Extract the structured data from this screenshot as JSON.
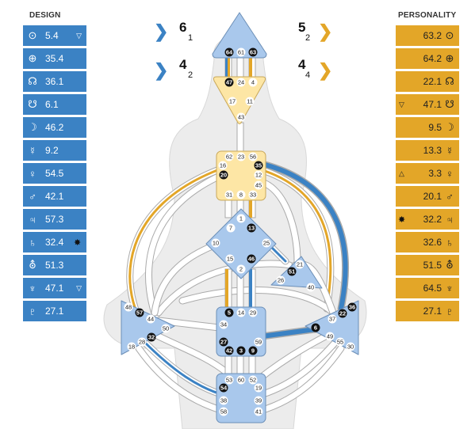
{
  "design": {
    "title": "DESIGN",
    "rows": [
      {
        "icon": "sun-icon",
        "glyph": "⊙",
        "value": "5.4",
        "mark": "▽"
      },
      {
        "icon": "earth-icon",
        "glyph": "⊕",
        "value": "35.4",
        "mark": ""
      },
      {
        "icon": "north-node-icon",
        "glyph": "☊",
        "value": "36.1",
        "mark": ""
      },
      {
        "icon": "south-node-icon",
        "glyph": "☋",
        "value": "6.1",
        "mark": ""
      },
      {
        "icon": "moon-icon",
        "glyph": "☽",
        "value": "46.2",
        "mark": ""
      },
      {
        "icon": "mercury-icon",
        "glyph": "☿",
        "value": "9.2",
        "mark": ""
      },
      {
        "icon": "venus-icon",
        "glyph": "♀",
        "value": "54.5",
        "mark": ""
      },
      {
        "icon": "mars-icon",
        "glyph": "♂",
        "value": "42.1",
        "mark": ""
      },
      {
        "icon": "jupiter-icon",
        "glyph": "♃",
        "value": "57.3",
        "mark": ""
      },
      {
        "icon": "saturn-icon",
        "glyph": "♄",
        "value": "32.4",
        "mark": "✸"
      },
      {
        "icon": "uranus-icon",
        "glyph": "⛢",
        "value": "51.3",
        "mark": ""
      },
      {
        "icon": "neptune-icon",
        "glyph": "♆",
        "value": "47.1",
        "mark": "▽"
      },
      {
        "icon": "pluto-icon",
        "glyph": "♇",
        "value": "27.1",
        "mark": ""
      }
    ]
  },
  "personality": {
    "title": "PERSONALITY",
    "rows": [
      {
        "icon": "sun-icon",
        "glyph": "⊙",
        "value": "63.2",
        "mark": ""
      },
      {
        "icon": "earth-icon",
        "glyph": "⊕",
        "value": "64.2",
        "mark": ""
      },
      {
        "icon": "north-node-icon",
        "glyph": "☊",
        "value": "22.1",
        "mark": ""
      },
      {
        "icon": "south-node-icon",
        "glyph": "☋",
        "value": "47.1",
        "mark": "▽"
      },
      {
        "icon": "moon-icon",
        "glyph": "☽",
        "value": "9.5",
        "mark": ""
      },
      {
        "icon": "mercury-icon",
        "glyph": "☿",
        "value": "13.3",
        "mark": ""
      },
      {
        "icon": "venus-icon",
        "glyph": "♀",
        "value": "3.3",
        "mark": "△"
      },
      {
        "icon": "mars-icon",
        "glyph": "♂",
        "value": "20.1",
        "mark": ""
      },
      {
        "icon": "jupiter-icon",
        "glyph": "♃",
        "value": "32.2",
        "mark": "✸"
      },
      {
        "icon": "saturn-icon",
        "glyph": "♄",
        "value": "32.6",
        "mark": ""
      },
      {
        "icon": "uranus-icon",
        "glyph": "⛢",
        "value": "51.5",
        "mark": ""
      },
      {
        "icon": "neptune-icon",
        "glyph": "♆",
        "value": "64.5",
        "mark": ""
      },
      {
        "icon": "pluto-icon",
        "glyph": "♇",
        "value": "27.1",
        "mark": ""
      }
    ]
  },
  "variables": {
    "top_left": {
      "big": "6",
      "small": "1"
    },
    "bottom_left": {
      "big": "4",
      "small": "2"
    },
    "top_right": {
      "big": "5",
      "small": "2"
    },
    "bottom_right": {
      "big": "4",
      "small": "4"
    }
  },
  "colors": {
    "design": "#3b82c4",
    "personality": "#e3a628",
    "center_defined": "#a9c8ec",
    "center_yellow": "#fde6a5",
    "gate_active": "#111111"
  },
  "gates": {
    "head": [
      "64",
      "61",
      "63"
    ],
    "ajna": [
      "47",
      "24",
      "4",
      "17",
      "11",
      "43"
    ],
    "throat": [
      "62",
      "23",
      "56",
      "16",
      "35",
      "20",
      "12",
      "45",
      "31",
      "8",
      "33"
    ],
    "g": [
      "1",
      "7",
      "13",
      "10",
      "25",
      "15",
      "46",
      "2"
    ],
    "heart": [
      "21",
      "51",
      "26",
      "40"
    ],
    "spleen": [
      "48",
      "57",
      "44",
      "50",
      "18",
      "28",
      "32"
    ],
    "sacral": [
      "5",
      "14",
      "29",
      "34",
      "27",
      "42",
      "3",
      "9",
      "59"
    ],
    "solar": [
      "36",
      "22",
      "6",
      "37",
      "49",
      "55",
      "30"
    ],
    "root": [
      "53",
      "60",
      "52",
      "54",
      "19",
      "38",
      "39",
      "58",
      "41"
    ]
  }
}
